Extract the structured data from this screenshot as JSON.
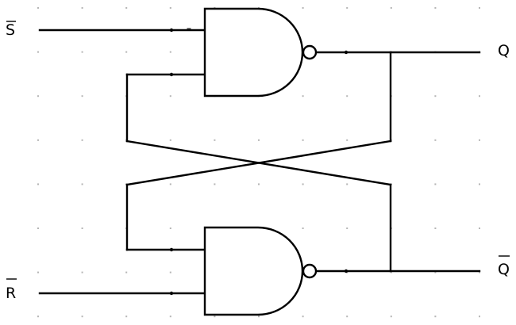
{
  "diagram": {
    "labels": {
      "set_input": "S",
      "reset_input": "R",
      "q_output": "Q",
      "q_bar_output": "Q"
    },
    "overbars": {
      "set_input": true,
      "reset_input": true,
      "q_output": false,
      "q_bar_output": true
    },
    "gates": [
      {
        "type": "NAND",
        "name": "top-nand-gate"
      },
      {
        "type": "NAND",
        "name": "bottom-nand-gate"
      }
    ],
    "colors": {
      "wire": "#000000",
      "grid": "#b5b5b5",
      "background": "#ffffff"
    }
  }
}
